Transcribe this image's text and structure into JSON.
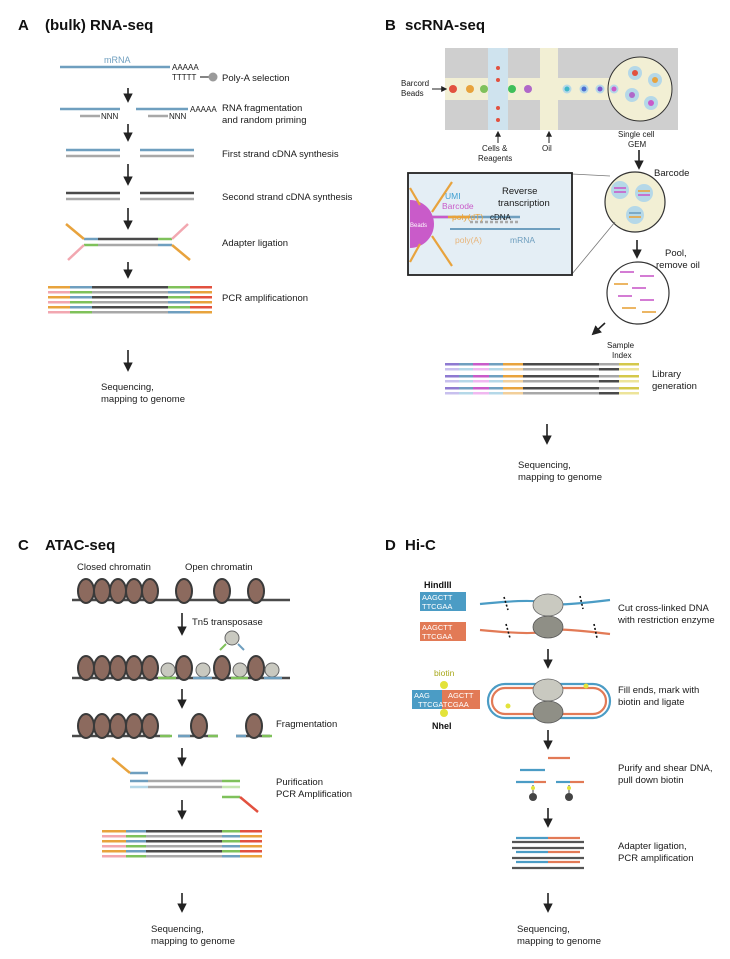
{
  "colors": {
    "blue": "#6f9fbf",
    "gray": "#a8a8a8",
    "dark": "#4a4a4a",
    "orange": "#e8a33d",
    "green": "#7fc15b",
    "pink": "#f2a7b0",
    "red": "#e2513f",
    "purple": "#b068c9",
    "magenta": "#c95bc9",
    "nucleosome": "#8c6a5e",
    "histone": "#c9c9c0"
  },
  "panels": {
    "a": {
      "letter": "A",
      "title": "(bulk) RNA-seq",
      "mrna": "mRNA",
      "polyA_top": "AAAAA",
      "polyT": "TTTTT",
      "polyA_frag": "AAAAA",
      "nnn1": "NNN",
      "nnn2": "NNN",
      "steps": [
        "Poly-A selection",
        "RNA fragmentation",
        "and random priming",
        "First strand cDNA synthesis",
        "Second strand cDNA synthesis",
        "Adapter ligation",
        "PCR amplificationon"
      ],
      "final": [
        "Sequencing,",
        "mapping to genome"
      ]
    },
    "b": {
      "letter": "B",
      "title": "scRNA-seq",
      "barcord_beads": [
        "Barcord",
        "Beads"
      ],
      "cells_reagents": [
        "Cells &",
        "Reagents"
      ],
      "oil": "Oil",
      "single_cell_gem": [
        "Single cell",
        "GEM"
      ],
      "barcode": "Barcode",
      "umi": "UMI",
      "barcode_inset": "Barcode",
      "reverse_transcription": [
        "Reverse",
        "transcription"
      ],
      "poly_dt": "poly(dT)",
      "cdna": "cDNA",
      "poly_a": "poly(A)",
      "mrna": "mRNA",
      "beads": "Beads",
      "pool": [
        "Pool,",
        "remove oil"
      ],
      "sample_index": [
        "Sample",
        "Index"
      ],
      "library_generation": [
        "Library",
        "generation"
      ],
      "final": [
        "Sequencing,",
        "mapping to genome"
      ]
    },
    "c": {
      "letter": "C",
      "title": "ATAC-seq",
      "closed": "Closed chromatin",
      "open": "Open chromatin",
      "tn5": "Tn5 transposase",
      "fragmentation": "Fragmentation",
      "purification": [
        "Purification",
        "PCR Amplification"
      ],
      "final": [
        "Sequencing,",
        "mapping to genome"
      ]
    },
    "d": {
      "letter": "D",
      "title": "Hi-C",
      "hindiii": "HindIII",
      "seq_top": "AAGCTT",
      "seq_bottom": "TTCGAA",
      "seq_top2": "AAGCTT",
      "seq_bottom2": "TTCGAA",
      "biotin": "biotin",
      "seq3_left": "AAG",
      "seq3_right": "AGCTT",
      "seq3_bottom": "TTCGATCGAA",
      "nhei": "NheI",
      "steps": [
        "Cut cross-linked DNA",
        "with restriction enzyme",
        "Fill ends, mark with",
        "biotin and ligate",
        "Purify and shear DNA,",
        "pull down biotin",
        "Adapter ligation,",
        "PCR amplification"
      ],
      "final": [
        "Sequencing,",
        "mapping to genome"
      ]
    }
  }
}
